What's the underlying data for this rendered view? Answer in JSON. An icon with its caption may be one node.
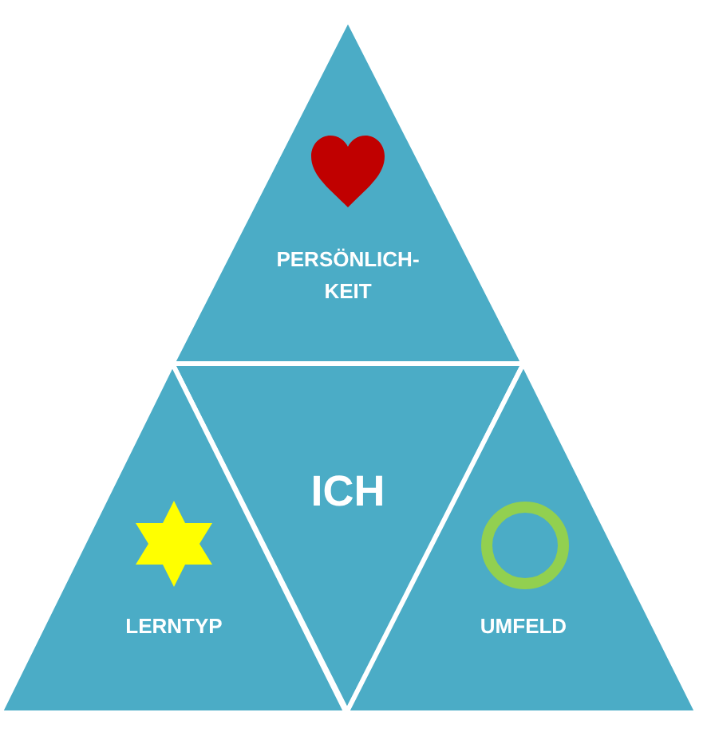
{
  "diagram": {
    "nodes": [
      {
        "text": [
          "PERSÖNLICH- KEIT"
        ]
      },
      {
        "text": [
          "ICH"
        ]
      },
      {
        "text": [
          "LERNTYP"
        ]
      },
      {
        "text": [
          "UMFELD"
        ]
      }
    ]
  }
}
